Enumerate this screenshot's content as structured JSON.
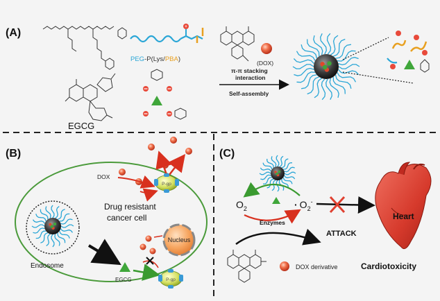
{
  "panel_a": {
    "label": "(A)",
    "polymer_label_parts": [
      "PEG",
      "-P(",
      "Lys",
      "/",
      "PBA",
      ")"
    ],
    "dox_label": "(DOX)",
    "stacking_line1": "π-π stacking",
    "stacking_line2": "interaction",
    "self_assembly": "Self-assembly",
    "egcg_label": "EGCG"
  },
  "panel_b": {
    "label": "(B)",
    "dox_label": "DOX",
    "cell_line1": "Drug resistant",
    "cell_line2": "cancer cell",
    "nucleus_label": "Nucleus",
    "endosome_label": "Endosome",
    "egcg_label": "EGCG",
    "pgp_label": "P-gp",
    "pgp_label_lower": "P-gp"
  },
  "panel_c": {
    "label": "(C)",
    "o2_label": "O",
    "o2_sub": "2",
    "radical_dot": "·",
    "radical_o": "O",
    "radical_sub": "2",
    "radical_sup": "-",
    "enzymes_label": "Enzymes",
    "attack_label": "ATTACK",
    "heart_label": "Heart",
    "dox_derivative_label": "DOX derivative",
    "cardiotoxicity_label": "Cardiotoxicity"
  },
  "colors": {
    "peg_blue": "#2aa6d6",
    "pba_orange": "#e8a020",
    "dox_red": "#e0482a",
    "egcg_green": "#3fa63a",
    "cell_green": "#4a9a3a",
    "heart_red": "#d93a30",
    "nucleus_orange": "#f5a25a"
  }
}
